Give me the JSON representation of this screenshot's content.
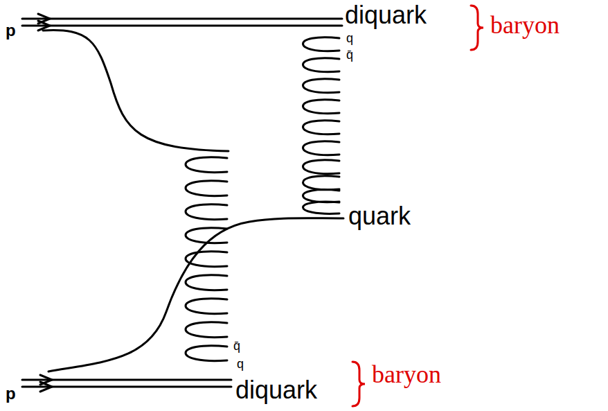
{
  "diagram": {
    "labels": [
      "p",
      "diquark",
      "baryon",
      "q",
      "q̄",
      "quark",
      "q̄",
      "q",
      "diquark",
      "baryon",
      "p"
    ]
  }
}
